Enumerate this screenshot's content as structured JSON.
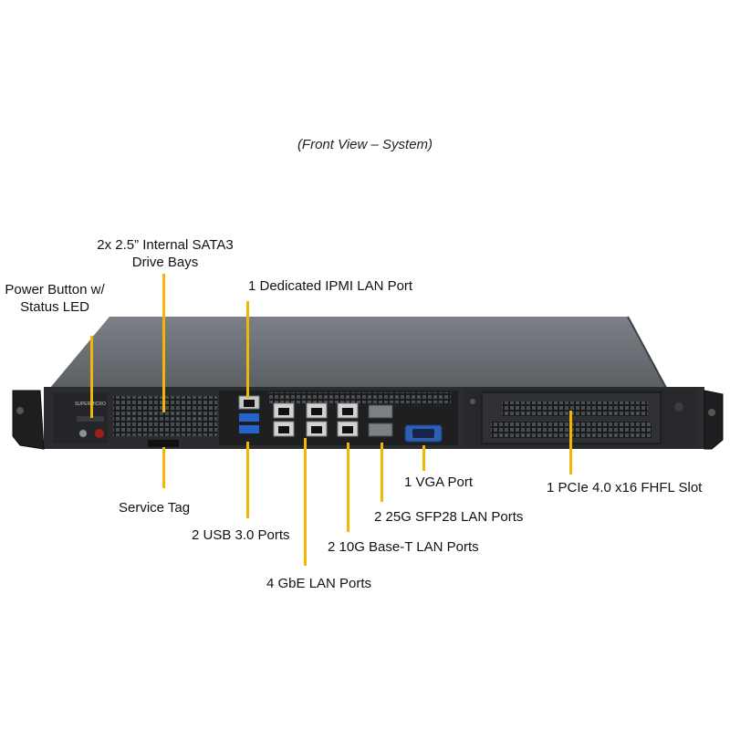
{
  "title": "(Front View – System)",
  "brand": "SUPERMICRO",
  "callouts": {
    "drive_bays": [
      "2x 2.5” Internal  SATA3",
      "Drive Bays"
    ],
    "power_button": [
      "Power Button w/",
      "Status LED"
    ],
    "ipmi": "1 Dedicated IPMI  LAN Port",
    "service_tag": "Service Tag",
    "usb": "2 USB 3.0 Ports",
    "gbe": "4 GbE LAN Ports",
    "base_t": "2 10G Base-T LAN Ports",
    "sfp28": "2 25G SFP28 LAN Ports",
    "vga": "1 VGA Port",
    "pcie": "1 PCIe 4.0 x16 FHFL Slot"
  },
  "colors": {
    "leader": "#f2b705",
    "chassis": "#2b2d30",
    "top_panel": "#6d7378"
  }
}
